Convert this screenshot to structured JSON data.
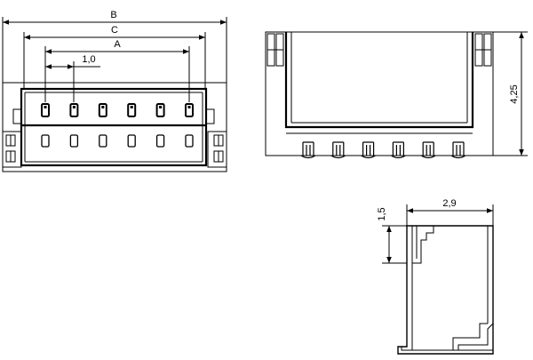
{
  "dimensions": {
    "front": {
      "b": "B",
      "c": "C",
      "a": "A",
      "pitch": "1,0"
    },
    "side": {
      "height": "4,25"
    },
    "detail": {
      "width": "2,9",
      "height": "1,5"
    }
  },
  "pin_count": 6
}
